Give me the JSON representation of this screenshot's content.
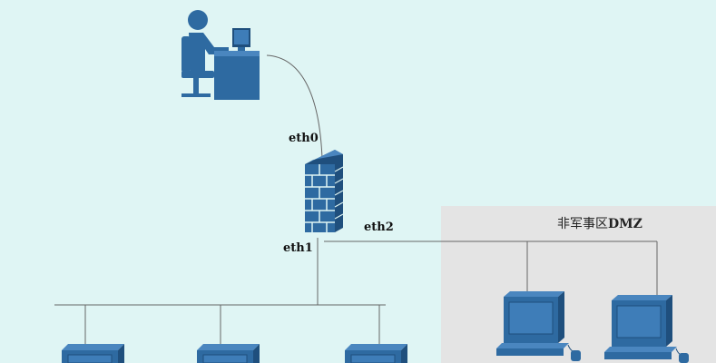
{
  "labels": {
    "eth0": "eth0",
    "eth1": "eth1",
    "eth2": "eth2"
  },
  "dmz": {
    "title_cn": "非军事区",
    "title_latin": "DMZ"
  },
  "colors": {
    "background": "#dff5f4",
    "icon_fill": "#2e6aa1",
    "icon_dark": "#1f4f7d",
    "icon_light": "#4a86bf",
    "dmz_panel": "#e4e4e4",
    "line": "#666666"
  },
  "icons": [
    "user-at-desk-icon",
    "firewall-icon",
    "workstation-icon",
    "server-icon"
  ]
}
